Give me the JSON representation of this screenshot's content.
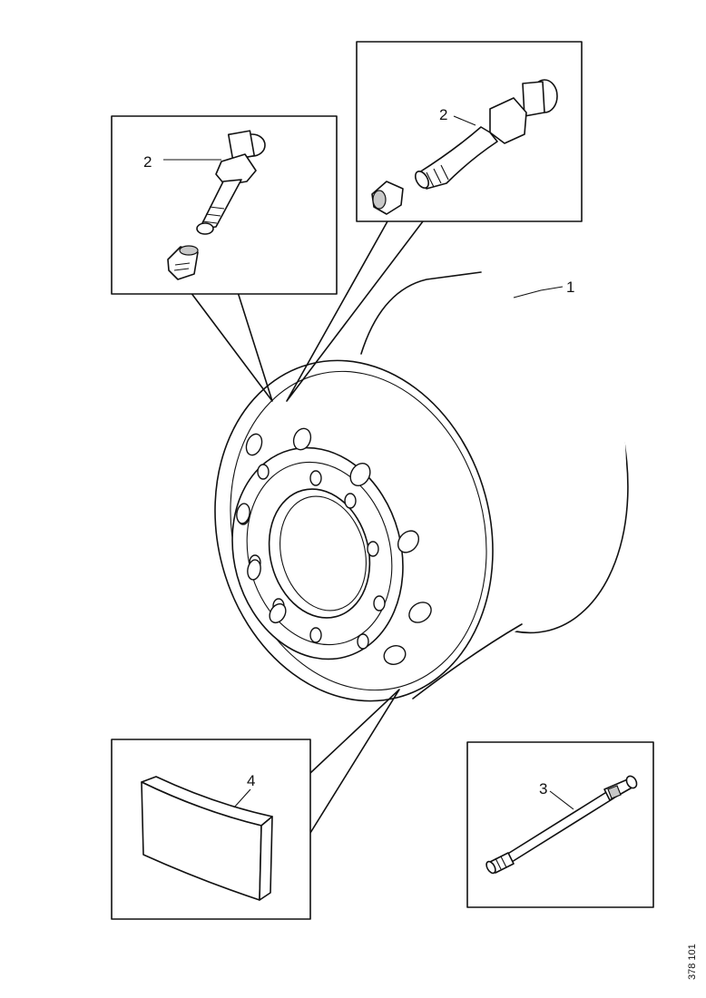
{
  "labels": {
    "wheel": "1",
    "valve_straight": "2",
    "valve_bent": "2",
    "extension": "3",
    "weight": "4"
  },
  "reference_code": "378 101"
}
